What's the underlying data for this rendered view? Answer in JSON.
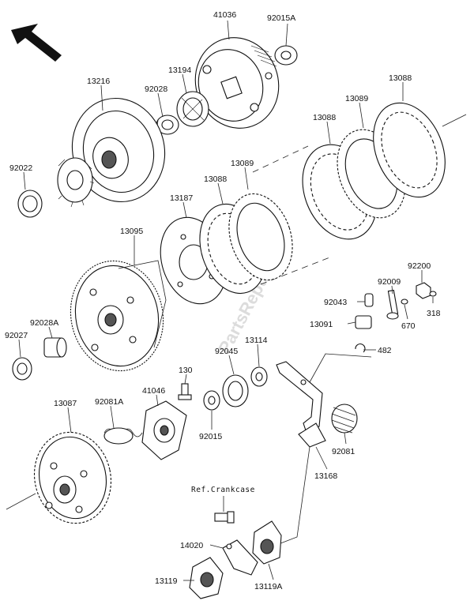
{
  "watermark": "PartsRepublik",
  "reference_note": "Ref.Crankcase",
  "part_labels": {
    "p41036": "41036",
    "p92015A": "92015A",
    "p13194": "13194",
    "p13216": "13216",
    "p92028": "92028",
    "p13088a": "13088",
    "p13089a": "13089",
    "p13088b": "13088",
    "p92022": "92022",
    "p13089b": "13089",
    "p13088c": "13088",
    "p13187": "13187",
    "p13095": "13095",
    "p92200": "92200",
    "p92009": "92009",
    "p92043": "92043",
    "p670": "670",
    "p318": "318",
    "p13091": "13091",
    "p92028A": "92028A",
    "p92027": "92027",
    "p482": "482",
    "p92045": "92045",
    "p13114": "13114",
    "p130": "130",
    "p13087": "13087",
    "p92081A": "92081A",
    "p41046": "41046",
    "p92015": "92015",
    "p92081": "92081",
    "p13168": "13168",
    "p14020": "14020",
    "p13119": "13119",
    "p13119A": "13119A"
  },
  "icons": {
    "direction": "arrow-up-left-icon"
  }
}
